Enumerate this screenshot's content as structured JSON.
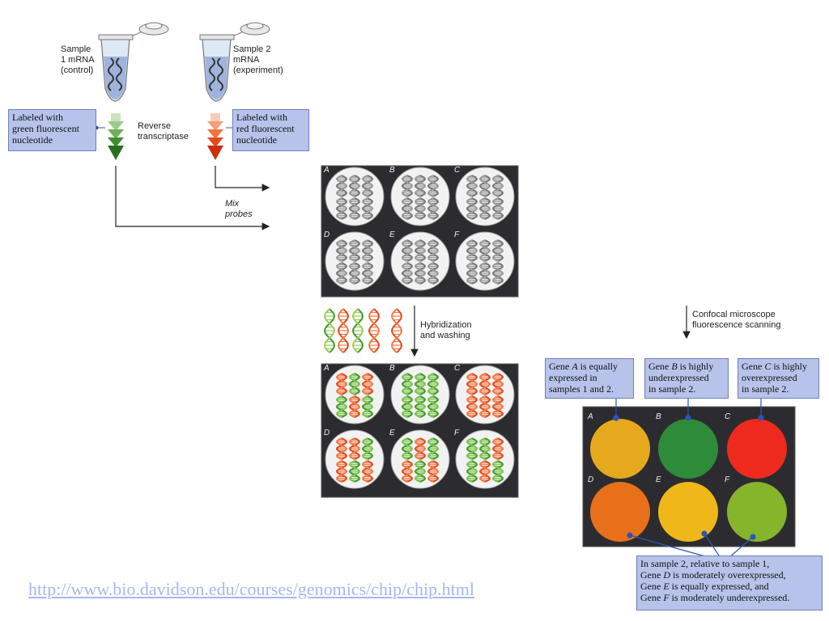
{
  "sample1": {
    "line1": "Sample",
    "line2": "1 mRNA",
    "line3": "(control)"
  },
  "sample2": {
    "line1": "Sample 2",
    "line2": "mRNA",
    "line3": "(experiment)"
  },
  "green_box": {
    "line1": "Labeled with",
    "line2": "green fluorescent",
    "line3": "nucleotide"
  },
  "red_box": {
    "line1": "Labeled with",
    "line2": "red fluorescent",
    "line3": "nucleotide"
  },
  "reverse_transcriptase": {
    "line1": "Reverse",
    "line2": "transcriptase"
  },
  "mix_probes": {
    "line1": "Mix",
    "line2": "probes"
  },
  "hybridization": {
    "line1": "Hybridization",
    "line2": "and washing"
  },
  "confocal": {
    "line1": "Confocal microscope",
    "line2": "fluorescence scanning"
  },
  "well_letters": [
    "A",
    "B",
    "C",
    "D",
    "E",
    "F"
  ],
  "gene_a": {
    "p1": "Gene ",
    "gene": "A",
    "p2": " is equally",
    "line2": "expressed in",
    "line3": "samples 1 and 2."
  },
  "gene_b": {
    "p1": "Gene ",
    "gene": "B",
    "p2": " is highly",
    "line2": "underexpressed",
    "line3": "in sample 2."
  },
  "gene_c": {
    "p1": "Gene ",
    "gene": "C",
    "p2": " is highly",
    "line2": "overexpressed",
    "line3": "in sample 2."
  },
  "summary": {
    "line1": "In sample 2, relative to sample 1,",
    "l2a": "Gene ",
    "l2g": "D",
    "l2b": " is moderately overexpressed,",
    "l3a": "Gene ",
    "l3g": "E",
    "l3b": " is equally expressed, and",
    "l4a": "Gene ",
    "l4g": "F",
    "l4b": " is moderately underexpressed."
  },
  "spot_colors": {
    "A": "#e6a81c",
    "B": "#2e8b3a",
    "C": "#ee2a1e",
    "D": "#e8701a",
    "E": "#f0b71a",
    "F": "#86b42a"
  },
  "url": "http://www.bio.davidson.edu/courses/genomics/chip/chip.html"
}
